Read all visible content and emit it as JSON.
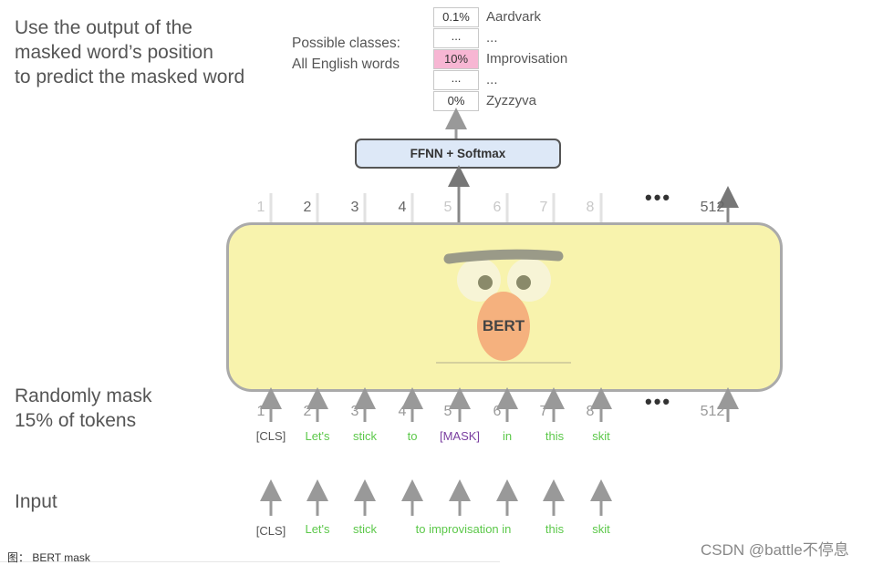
{
  "headings": {
    "top": "Use the output of the\nmasked word’s position\nto predict the masked word",
    "mask": "Randomly mask\n15% of tokens",
    "input": "Input"
  },
  "classes": {
    "label": "Possible classes:\nAll English words",
    "rows": [
      {
        "prob": "0.1%",
        "name": "Aardvark"
      },
      {
        "prob": "...",
        "name": "..."
      },
      {
        "prob": "10%",
        "name": "Improvisation"
      },
      {
        "prob": "...",
        "name": "..."
      },
      {
        "prob": "0%",
        "name": "Zyzzyva"
      }
    ]
  },
  "ffnn": "FFNN + Softmax",
  "model": "BERT",
  "positions": [
    "1",
    "2",
    "3",
    "4",
    "5",
    "6",
    "7",
    "8",
    "512"
  ],
  "ellipsis": "•••",
  "masked_tokens": [
    "[CLS]",
    "Let's",
    "stick",
    "to",
    "[MASK]",
    "in",
    "this",
    "skit"
  ],
  "input_tokens": [
    "[CLS]",
    "Let's",
    "stick",
    "to improvisation in",
    "this",
    "skit"
  ],
  "caption": "图： BERT mask",
  "watermark": "CSDN @battle不停息",
  "colors": {
    "green": "#5cc84a",
    "purple": "#7a3fa0",
    "highlight": "#f7b6d3",
    "box": "#f8f3ad"
  }
}
